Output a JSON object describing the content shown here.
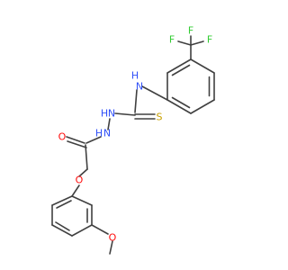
{
  "molecule": {
    "atoms": {
      "f_top": "F",
      "f_left": "F",
      "f_right": "F",
      "amine_nh": "H",
      "amine_n": "N",
      "thione_s": "S",
      "hydrazine_n1_h": "H",
      "hydrazine_n1": "N",
      "hydrazine_n2_h": "H",
      "hydrazine_n2": "N",
      "carbonyl_o": "O",
      "ether_o": "O",
      "methoxy_o": "O"
    },
    "colors": {
      "bond": "#404040",
      "fluorine": "#33cc33",
      "nitrogen": "#3050f8",
      "sulfur": "#c8a000",
      "oxygen": "#ff0d0d"
    }
  }
}
